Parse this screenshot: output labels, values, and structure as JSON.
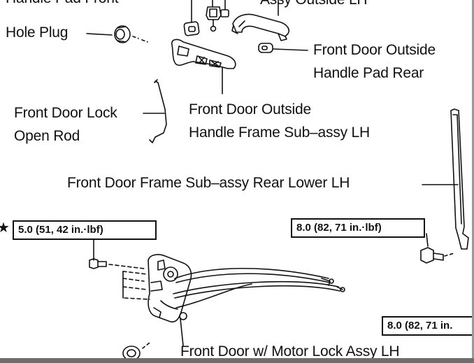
{
  "labels": {
    "handle_pad_front": "Handle Pad Front",
    "assy_outside_lh": "Assy Outside LH",
    "hole_plug": "Hole Plug",
    "pad_rear_line1": "Front Door Outside",
    "pad_rear_line2": "Handle Pad Rear",
    "lock_rod_line1": "Front Door Lock",
    "lock_rod_line2": "Open Rod",
    "frame_line1": "Front Door Outside",
    "frame_line2": "Handle Frame Sub–assy LH",
    "frame_rear_lower": "Front Door Frame Sub–assy Rear Lower LH",
    "motor_lock": "Front Door w/ Motor Lock Assy LH"
  },
  "torques": {
    "left": "5.0 (51, 42 in.·lbf)",
    "right": "8.0 (82, 71 in.·lbf)",
    "bottom": "8.0 (82, 71 in."
  },
  "symbols": {
    "star": "★"
  },
  "icons": {
    "star": "star-icon"
  }
}
